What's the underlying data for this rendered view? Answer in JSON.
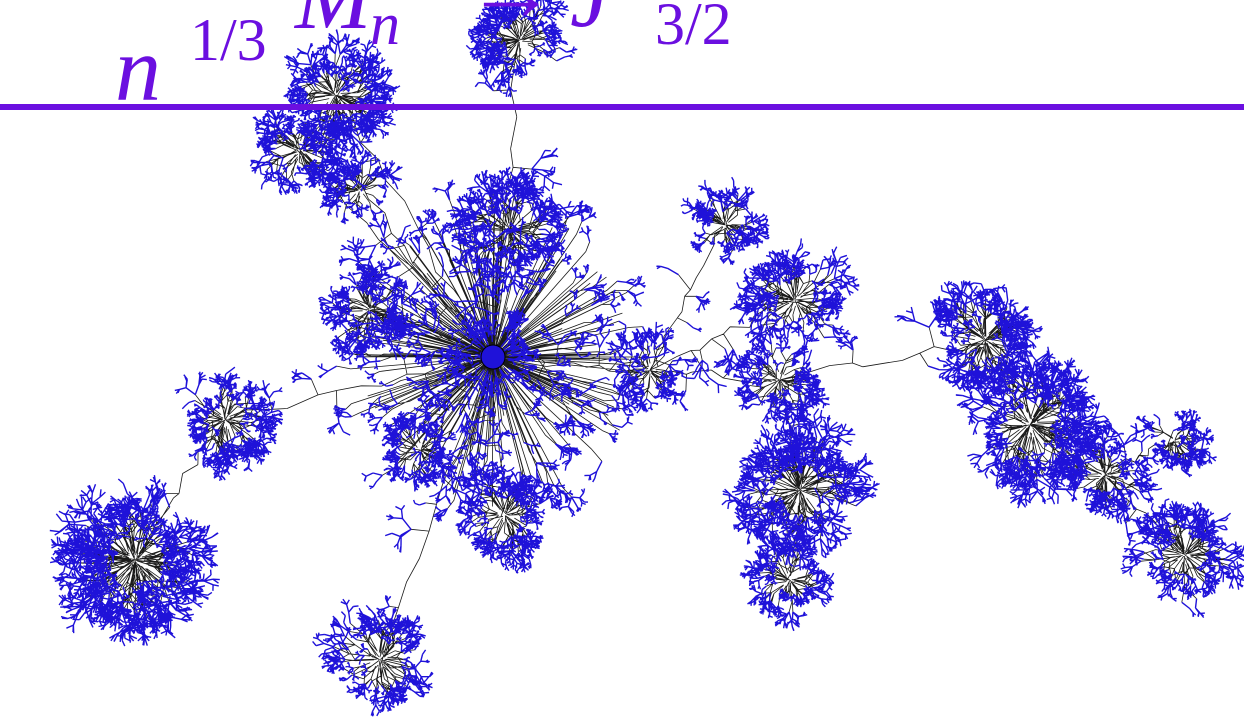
{
  "formula": {
    "n": "n",
    "exponent": "1/3",
    "M": "M",
    "M_sub": "n",
    "relation": "→",
    "J": "J",
    "J_sub": "3/2"
  },
  "colors": {
    "formula": "#6b0fe0",
    "rule": "#6b0fe0",
    "tree_edges": "#1a1a1a",
    "tree_leaves": "#1f12d9"
  },
  "figure": {
    "description_type": "random tree drawing",
    "hub_count": 10
  }
}
